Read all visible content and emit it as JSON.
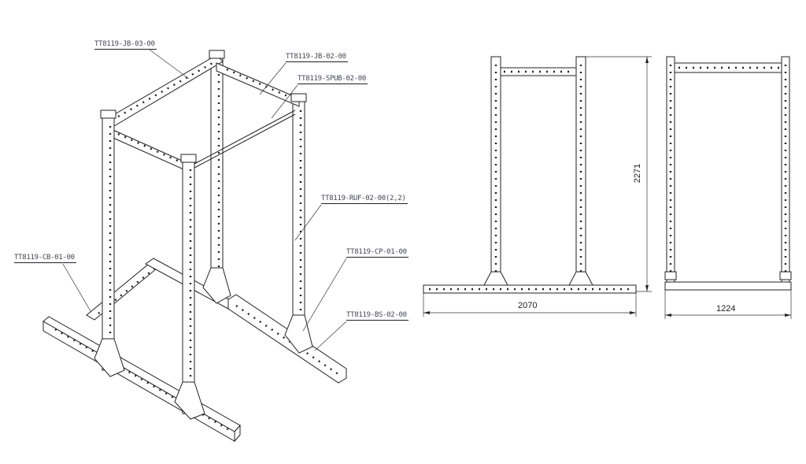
{
  "labels": {
    "jb03": "TT8119-JB-03-00",
    "jb02": "TT8119-JB-02-00",
    "spub": "TT8119-SPUB-02-00",
    "ruf": "TT8119-RUF-02-00(2,2)",
    "cb": "TT8119-CB-01-00",
    "cp": "TT8119-CP-01-00",
    "bs": "TT8119-BS-02-00"
  },
  "dimensions": {
    "front_width": "2070",
    "height": "2271",
    "side_depth": "1224"
  }
}
